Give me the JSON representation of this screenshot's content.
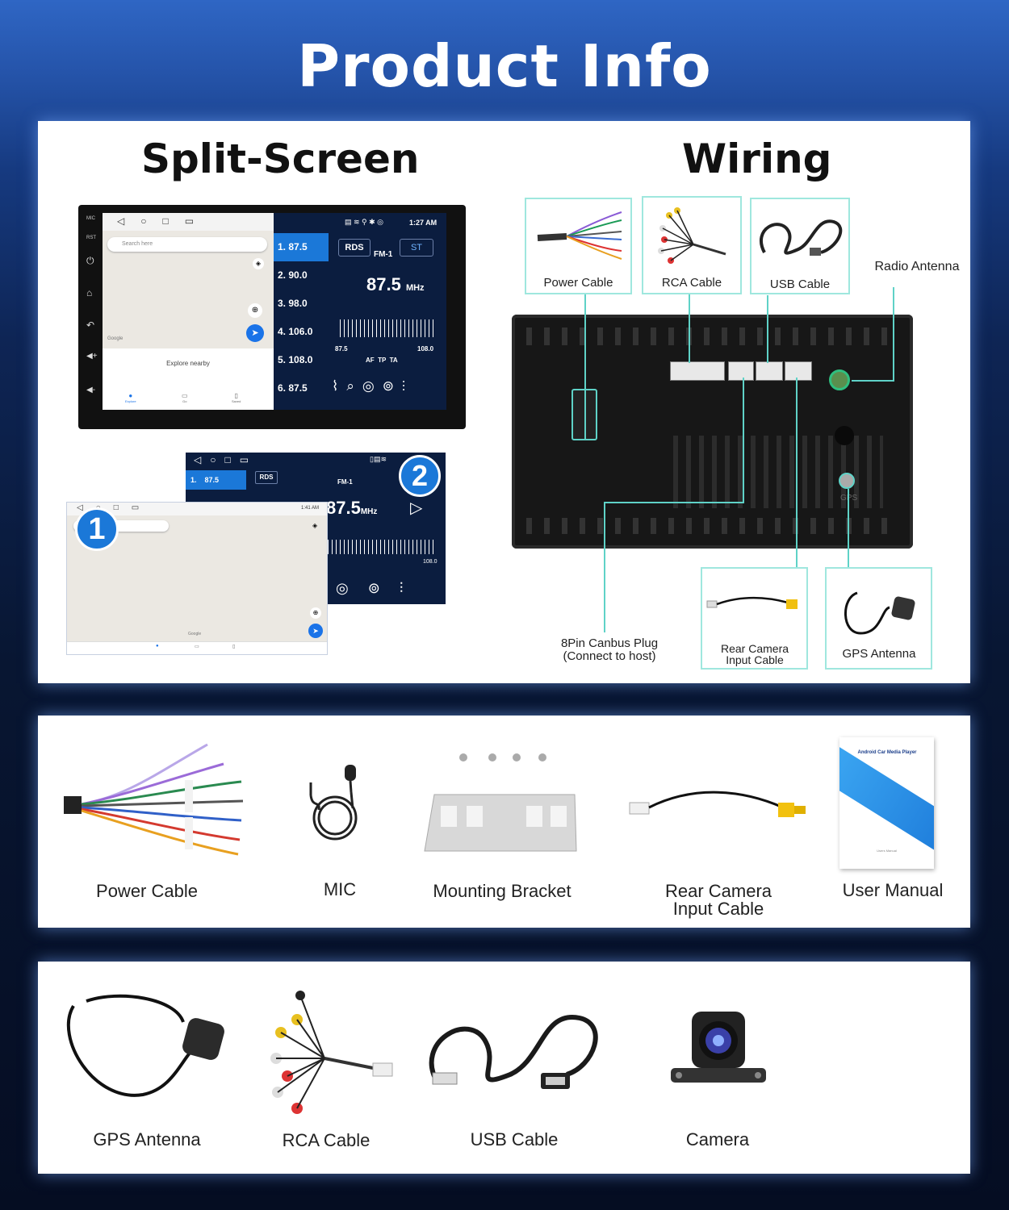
{
  "page_title": "Product Info",
  "split_screen": {
    "heading": "Split-Screen",
    "side_buttons": [
      "MIC",
      "RST"
    ],
    "map": {
      "search_placeholder": "Search here",
      "explore": "Explore nearby",
      "brand": "Google",
      "tabs": [
        "Explore",
        "Go",
        "Saved"
      ]
    },
    "status": {
      "time": "1:27 AM",
      "time_small": "1:41 AM"
    },
    "radio": {
      "presets": [
        "1.  87.5",
        "2.  90.0",
        "3.  98.0",
        "4. 106.0",
        "5. 108.0",
        "6.  87.5"
      ],
      "rds": "RDS",
      "st": "ST",
      "band": "FM-1",
      "freq": "87.5",
      "unit": "MHz",
      "range_min": "87.5",
      "range_max": "108.0",
      "flags": "AF  TP  TA"
    },
    "badge1": "1",
    "badge2": "2",
    "small_preset": "1.    87.5"
  },
  "wiring": {
    "heading": "Wiring",
    "items": {
      "power_cable": "Power Cable",
      "rca_cable": "RCA Cable",
      "usb_cable": "USB Cable",
      "radio_antenna": "Radio Antenna",
      "canbus_line1": "8Pin Canbus Plug",
      "canbus_line2": "(Connect to host)",
      "rear_camera_line1": "Rear Camera",
      "rear_camera_line2": "Input Cable",
      "gps_antenna": "GPS Antenna"
    },
    "gps_port_text": "GPS"
  },
  "accessories_row1": [
    {
      "line1": "Power Cable",
      "line2": ""
    },
    {
      "line1": "MIC",
      "line2": ""
    },
    {
      "line1": "Mounting Bracket",
      "line2": ""
    },
    {
      "line1": "Rear Camera",
      "line2": "Input Cable"
    },
    {
      "line1": "User Manual",
      "line2": ""
    }
  ],
  "manual_cover": {
    "title": "Android Car Media Player",
    "subtitle": "Users Manual"
  },
  "accessories_row2": [
    "GPS Antenna",
    "RCA Cable",
    "USB Cable",
    "Camera"
  ],
  "colors": {
    "accent_blue": "#1b78d8",
    "teal_line": "#5fd2c7",
    "radio_bg": "#0b1d3f"
  }
}
